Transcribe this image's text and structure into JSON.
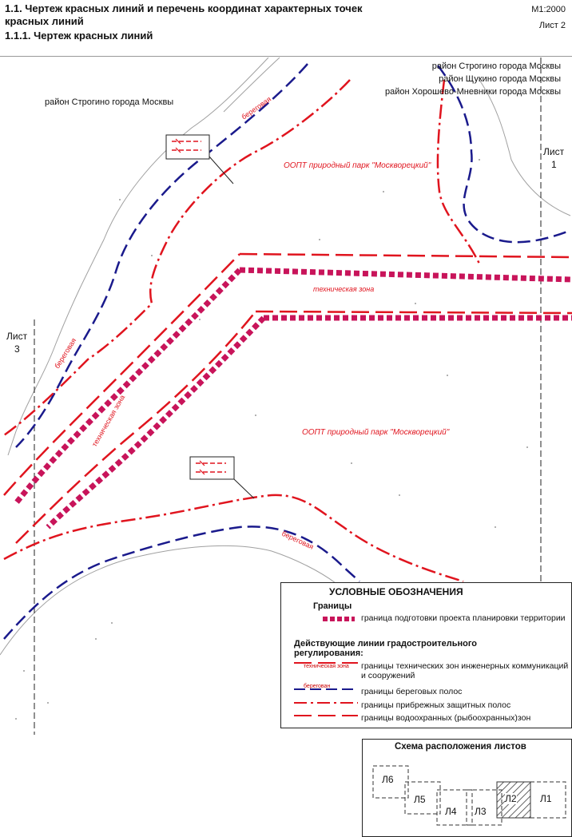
{
  "header": {
    "title_line1": "1.1. Чертеж красных линий и перечень координат характерных точек",
    "title_line2": "красных линий",
    "subtitle": "1.1.1. Чертеж красных линий",
    "scale": "М1:2000",
    "sheet": "Лист 2"
  },
  "map": {
    "district_left": "район Строгино города Москвы",
    "districts_right": [
      "район Строгино города Москвы",
      "район Щукино города Москвы",
      "район Хорошево-Мневники города Москвы"
    ],
    "park_top": "ООПТ природный парк \"Москворецкий\"",
    "park_mid": "ООПТ природный парк \"Москворецкий\"",
    "tech_zone_h": "техническая зона",
    "tech_zone_diag": "техническая зона",
    "shore_labels": [
      "береговая",
      "береговая",
      "береговая"
    ],
    "sheet_refs": [
      {
        "word": "Лист",
        "num": "1"
      },
      {
        "word": "Лист",
        "num": "3"
      }
    ]
  },
  "legend": {
    "title": "УСЛОВНЫЕ ОБОЗНАЧЕНИЯ",
    "section_borders": "Границы",
    "item_project": "граница подготовки проекта планировки территории",
    "section_lines": "Действующие линии градостроительного регулирования:",
    "tiny_tech": "техническая зона",
    "item_tech": "границы технических зон инженерных коммуникаций и сооружений",
    "tiny_shore": "берегован",
    "item_shore": "границы береговых полос",
    "item_coast": "границы прибрежных защитных полос",
    "item_water": "границы водоохранных (рыбоохранных)зон"
  },
  "scheme": {
    "title": "Схема расположения листов",
    "sheets": [
      "Л6",
      "Л5",
      "Л4",
      "Л3",
      "Л2",
      "Л1"
    ]
  },
  "colors": {
    "red": "#e0141e",
    "magenta": "#c8145a",
    "blue": "#1a1a8c",
    "grey": "#9a9a9a"
  }
}
